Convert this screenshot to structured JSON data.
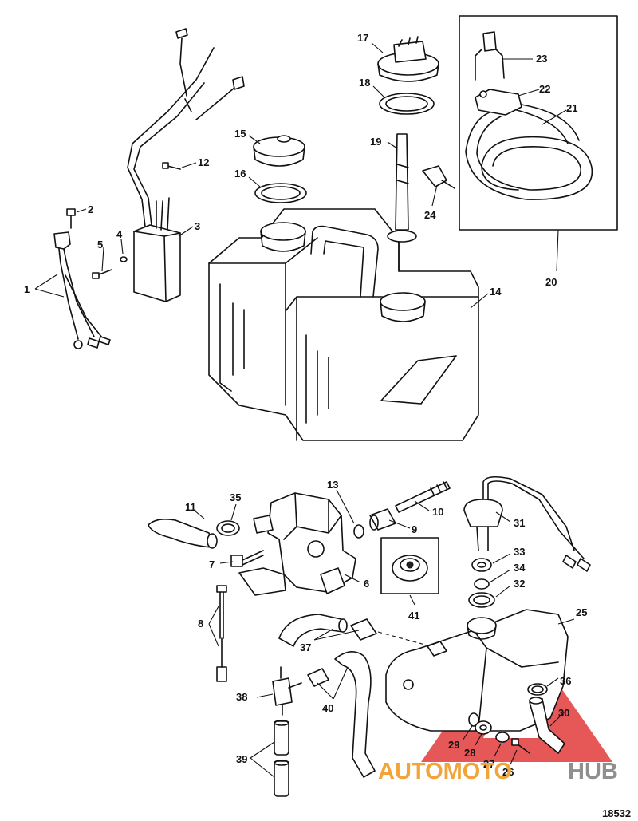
{
  "callouts": {
    "c1": "1",
    "c2": "2",
    "c3": "3",
    "c4": "4",
    "c5": "5",
    "c6": "6",
    "c7": "7",
    "c8": "8",
    "c9": "9",
    "c10": "10",
    "c11": "11",
    "c12": "12",
    "c13": "13",
    "c14": "14",
    "c15": "15",
    "c16": "16",
    "c17": "17",
    "c18": "18",
    "c19": "19",
    "c20": "20",
    "c21": "21",
    "c22": "22",
    "c23": "23",
    "c24": "24",
    "c25": "25",
    "c26": "26",
    "c27": "27",
    "c28": "28",
    "c29": "29",
    "c30": "30",
    "c31": "31",
    "c32": "32",
    "c33": "33",
    "c34": "34",
    "c35": "35",
    "c36": "36",
    "c37": "37",
    "c38": "38",
    "c39": "39",
    "c40": "40",
    "c41": "41"
  },
  "figure_number": "18532",
  "watermark": {
    "text_a": "AUTOMOTO",
    "text_b": "HUB",
    "color_a": "#f2a33a",
    "color_b": "#8f8f8f",
    "logo_color": "#e23b3b"
  }
}
